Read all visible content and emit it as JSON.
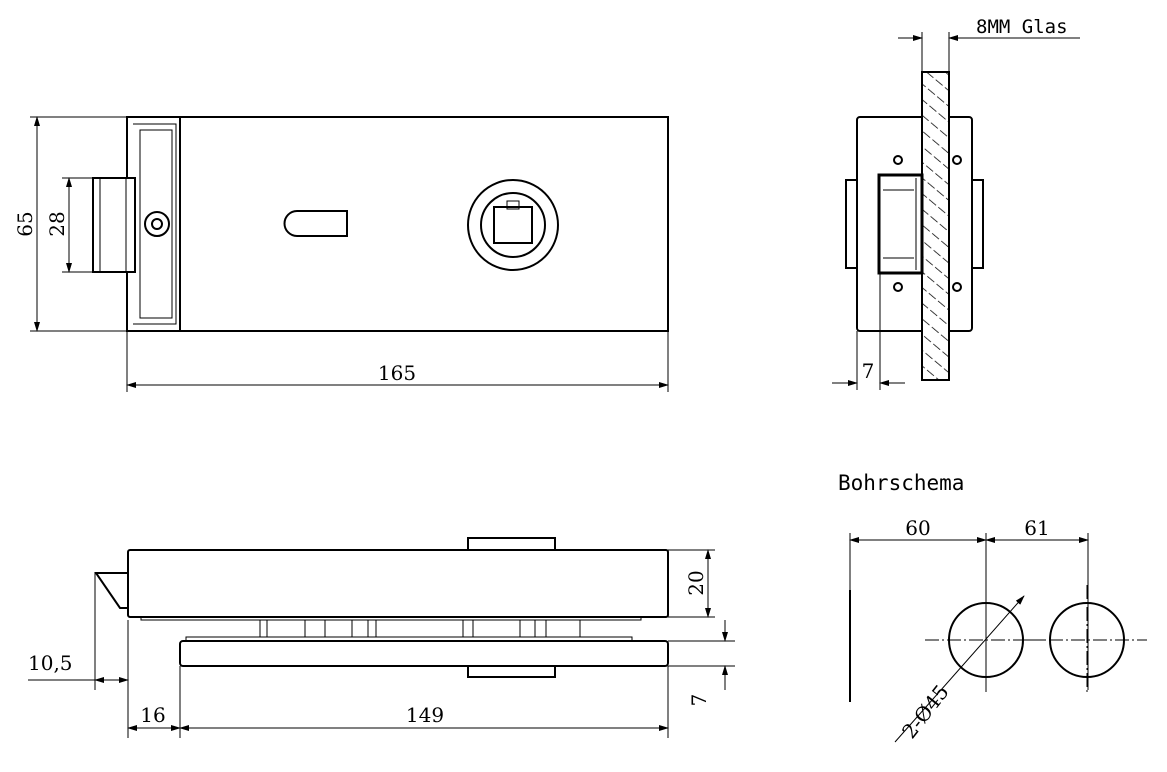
{
  "front_view": {
    "height_label": "65",
    "latch_height_label": "28",
    "width_label": "165"
  },
  "side_view": {
    "glass_label": "8MM Glas",
    "offset_label": "7"
  },
  "bottom_view": {
    "height_label": "20",
    "gap_label": "7",
    "latch_offset_label": "10,5",
    "left_offset_label": "16",
    "plate_width_label": "149"
  },
  "drilling": {
    "title": "Bohrschema",
    "dim_left": "60",
    "dim_right": "61",
    "hole_label": "2-Ø45"
  }
}
